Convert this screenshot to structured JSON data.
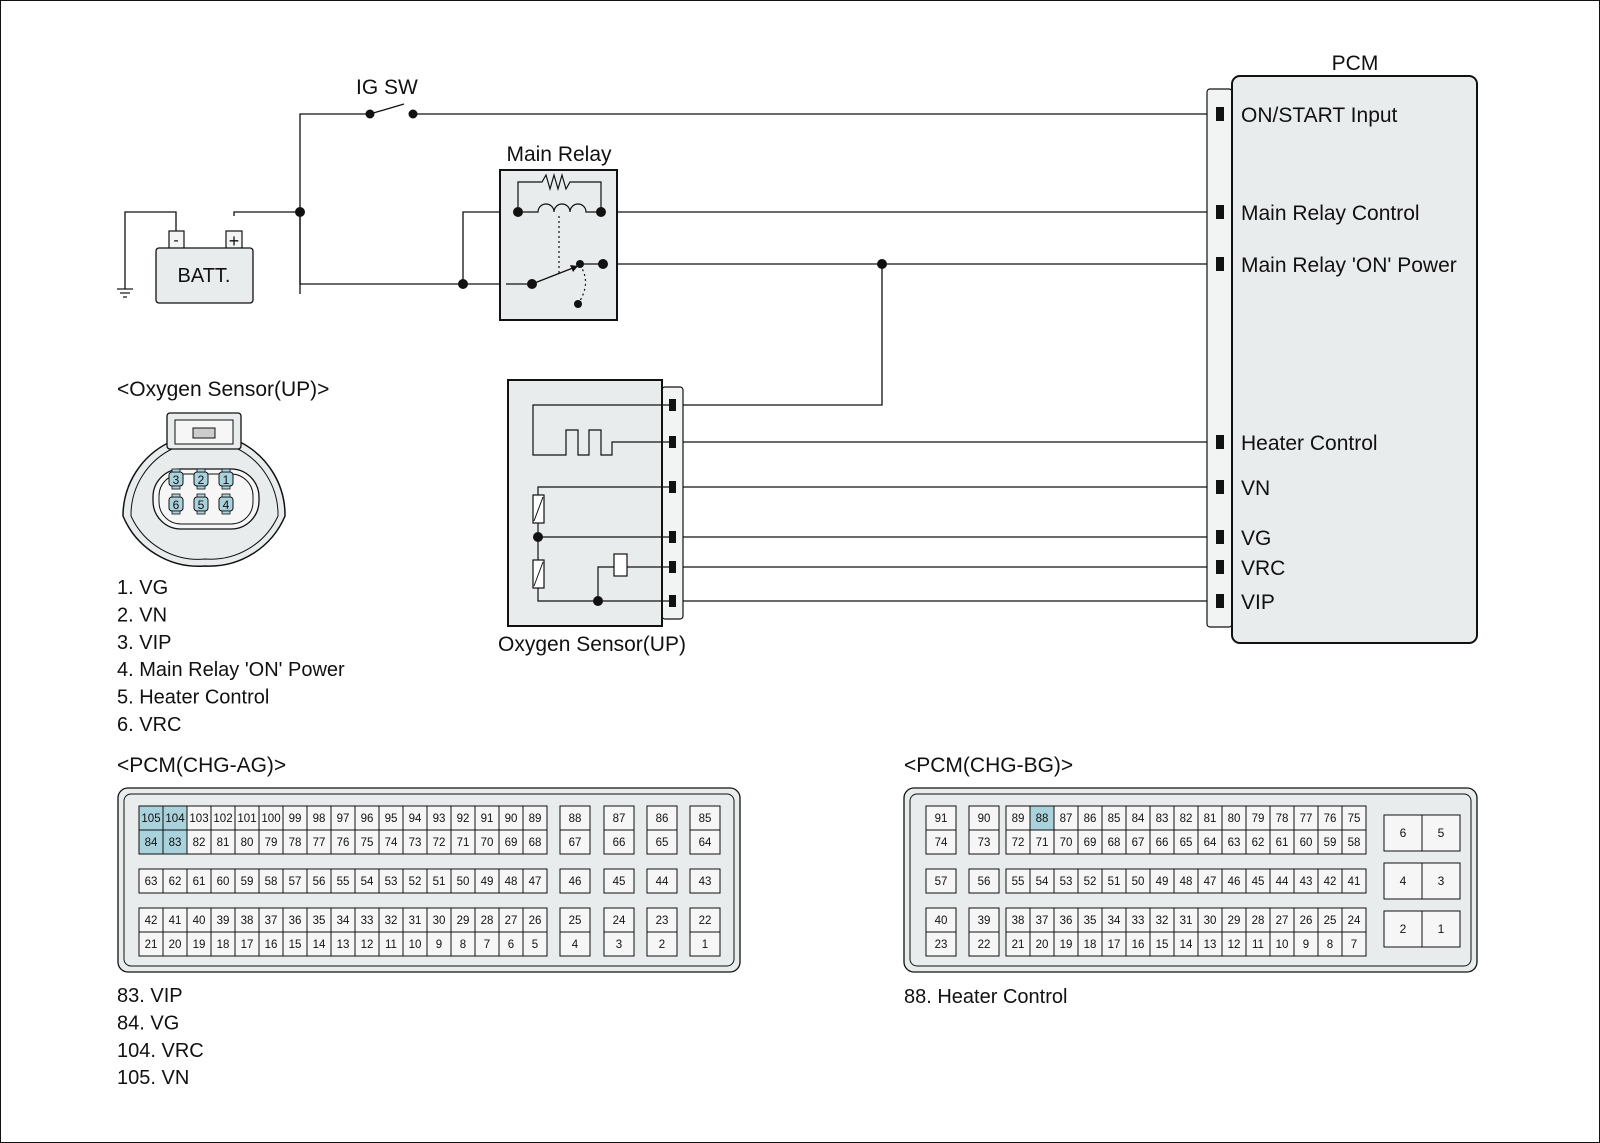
{
  "colors": {
    "box_fill": "#e8ecec",
    "pin_fill": "#f6f6f6",
    "highlight": "#a9d2dc",
    "line": "#111111"
  },
  "labels": {
    "ig_sw": "IG SW",
    "pcm": "PCM",
    "main_relay": "Main Relay",
    "batt": "BATT.",
    "batt_minus": "-",
    "batt_plus": "+",
    "o2_sensor": "Oxygen Sensor(UP)"
  },
  "pcm_terminals": [
    "ON/START Input",
    "Main Relay Control",
    "Main Relay 'ON' Power",
    "Heater Control",
    "VN",
    "VG",
    "VRC",
    "VIP"
  ],
  "o2_connector": {
    "title": "<Oxygen Sensor(UP)>",
    "pins": [
      "3",
      "2",
      "1",
      "6",
      "5",
      "4"
    ],
    "pinout": [
      "1. VG",
      "2. VN",
      "3. VIP",
      "4. Main Relay 'ON' Power",
      "5. Heater Control",
      "6. VRC"
    ]
  },
  "pcm_ag": {
    "title": "<PCM(CHG-AG)>",
    "highlighted_pins": [
      "105",
      "104",
      "84",
      "83"
    ],
    "main_rows": [
      [
        "105",
        "104",
        "103",
        "102",
        "101",
        "100",
        "99",
        "98",
        "97",
        "96",
        "95",
        "94",
        "93",
        "92",
        "91",
        "90",
        "89"
      ],
      [
        "84",
        "83",
        "82",
        "81",
        "80",
        "79",
        "78",
        "77",
        "76",
        "75",
        "74",
        "73",
        "72",
        "71",
        "70",
        "69",
        "68"
      ],
      [
        "63",
        "62",
        "61",
        "60",
        "59",
        "58",
        "57",
        "56",
        "55",
        "54",
        "53",
        "52",
        "51",
        "50",
        "49",
        "48",
        "47"
      ],
      [
        "42",
        "41",
        "40",
        "39",
        "38",
        "37",
        "36",
        "35",
        "34",
        "33",
        "32",
        "31",
        "30",
        "29",
        "28",
        "27",
        "26"
      ],
      [
        "21",
        "20",
        "19",
        "18",
        "17",
        "16",
        "15",
        "14",
        "13",
        "12",
        "11",
        "10",
        "9",
        "8",
        "7",
        "6",
        "5"
      ]
    ],
    "side_rows": [
      [
        "88",
        "87",
        "86",
        "85"
      ],
      [
        "67",
        "66",
        "65",
        "64"
      ],
      [
        "46",
        "45",
        "44",
        "43"
      ],
      [
        "25",
        "24",
        "23",
        "22"
      ],
      [
        "4",
        "3",
        "2",
        "1"
      ]
    ],
    "pinout": [
      "83. VIP",
      "84. VG",
      "104. VRC",
      "105. VN"
    ]
  },
  "pcm_bg": {
    "title": "<PCM(CHG-BG)>",
    "highlighted_pins": [
      "88"
    ],
    "left_rows": [
      [
        "91",
        "90"
      ],
      [
        "74",
        "73"
      ],
      [
        "57",
        "56"
      ],
      [
        "40",
        "39"
      ],
      [
        "23",
        "22"
      ]
    ],
    "main_rows": [
      [
        "89",
        "88",
        "87",
        "86",
        "85",
        "84",
        "83",
        "82",
        "81",
        "80",
        "79",
        "78",
        "77",
        "76",
        "75"
      ],
      [
        "72",
        "71",
        "70",
        "69",
        "68",
        "67",
        "66",
        "65",
        "64",
        "63",
        "62",
        "61",
        "60",
        "59",
        "58"
      ],
      [
        "55",
        "54",
        "53",
        "52",
        "51",
        "50",
        "49",
        "48",
        "47",
        "46",
        "45",
        "44",
        "43",
        "42",
        "41"
      ],
      [
        "38",
        "37",
        "36",
        "35",
        "34",
        "33",
        "32",
        "31",
        "30",
        "29",
        "28",
        "27",
        "26",
        "25",
        "24"
      ],
      [
        "21",
        "20",
        "19",
        "18",
        "17",
        "16",
        "15",
        "14",
        "13",
        "12",
        "11",
        "10",
        "9",
        "8",
        "7"
      ]
    ],
    "side_pairs": [
      [
        "6",
        "5"
      ],
      [
        "4",
        "3"
      ],
      [
        "2",
        "1"
      ]
    ],
    "pinout": [
      "88. Heater Control"
    ]
  }
}
